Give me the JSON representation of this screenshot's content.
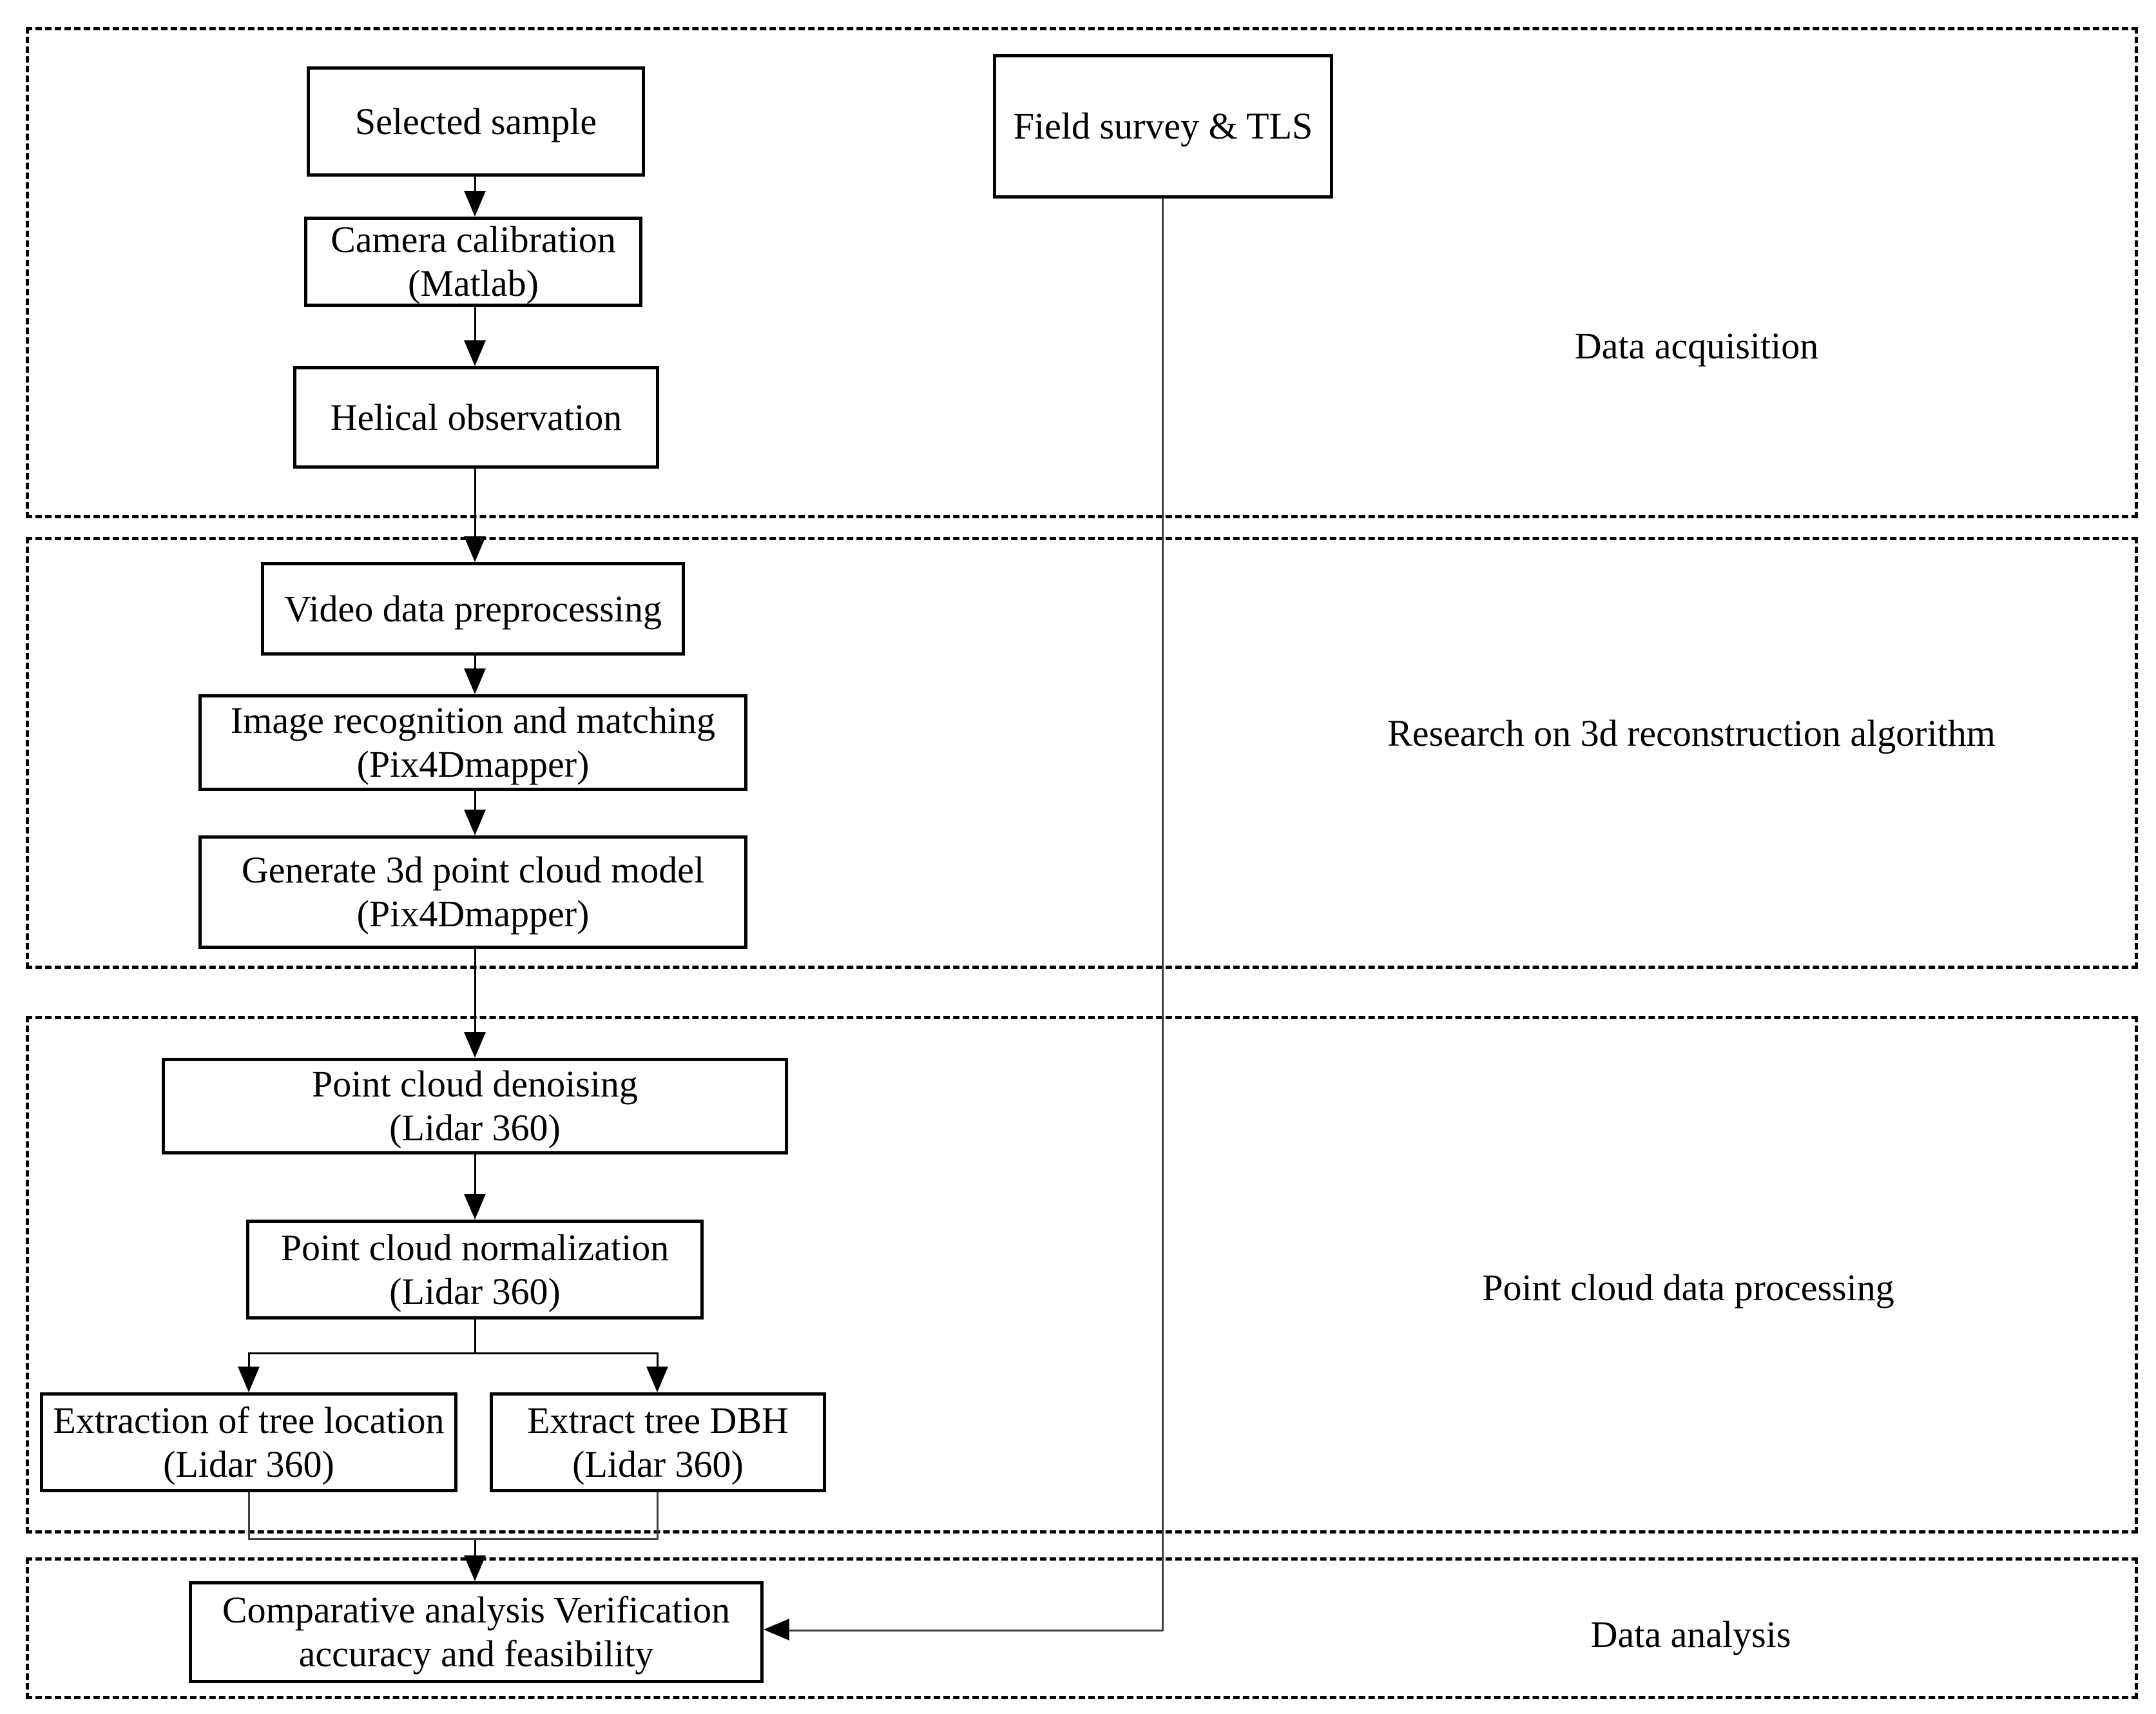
{
  "sections": [
    {
      "label": "Data acquisition"
    },
    {
      "label": "Research on 3d reconstruction algorithm"
    },
    {
      "label": "Point cloud data processing"
    },
    {
      "label": "Data analysis"
    }
  ],
  "nodes": [
    {
      "id": "selected-sample",
      "line1": "Selected sample",
      "line2": ""
    },
    {
      "id": "field-survey-tls",
      "line1": "Field survey & TLS",
      "line2": ""
    },
    {
      "id": "camera-calibration",
      "line1": "Camera calibration",
      "line2": "(Matlab)"
    },
    {
      "id": "helical-observation",
      "line1": "Helical observation",
      "line2": ""
    },
    {
      "id": "video-data-preprocessing",
      "line1": "Video data preprocessing",
      "line2": ""
    },
    {
      "id": "image-recognition",
      "line1": "Image recognition and matching",
      "line2": "(Pix4Dmapper)"
    },
    {
      "id": "generate-3d-model",
      "line1": "Generate 3d point cloud model",
      "line2": "(Pix4Dmapper)"
    },
    {
      "id": "point-cloud-denoising",
      "line1": "Point cloud denoising",
      "line2": "(Lidar 360)"
    },
    {
      "id": "point-cloud-normalization",
      "line1": "Point cloud normalization",
      "line2": "(Lidar 360)"
    },
    {
      "id": "extraction-tree-location",
      "line1": "Extraction of tree location",
      "line2": "(Lidar 360)"
    },
    {
      "id": "extract-tree-dbh",
      "line1": "Extract tree DBH",
      "line2": "(Lidar 360)"
    },
    {
      "id": "comparative-analysis",
      "line1": "Comparative analysis Verification",
      "line2": "accuracy and feasibility"
    }
  ],
  "colors": {
    "background": "#ffffff",
    "box_border": "#000000",
    "text": "#000000",
    "dashed_border": "#000000",
    "secondary_connector": "#3f3f3f"
  }
}
